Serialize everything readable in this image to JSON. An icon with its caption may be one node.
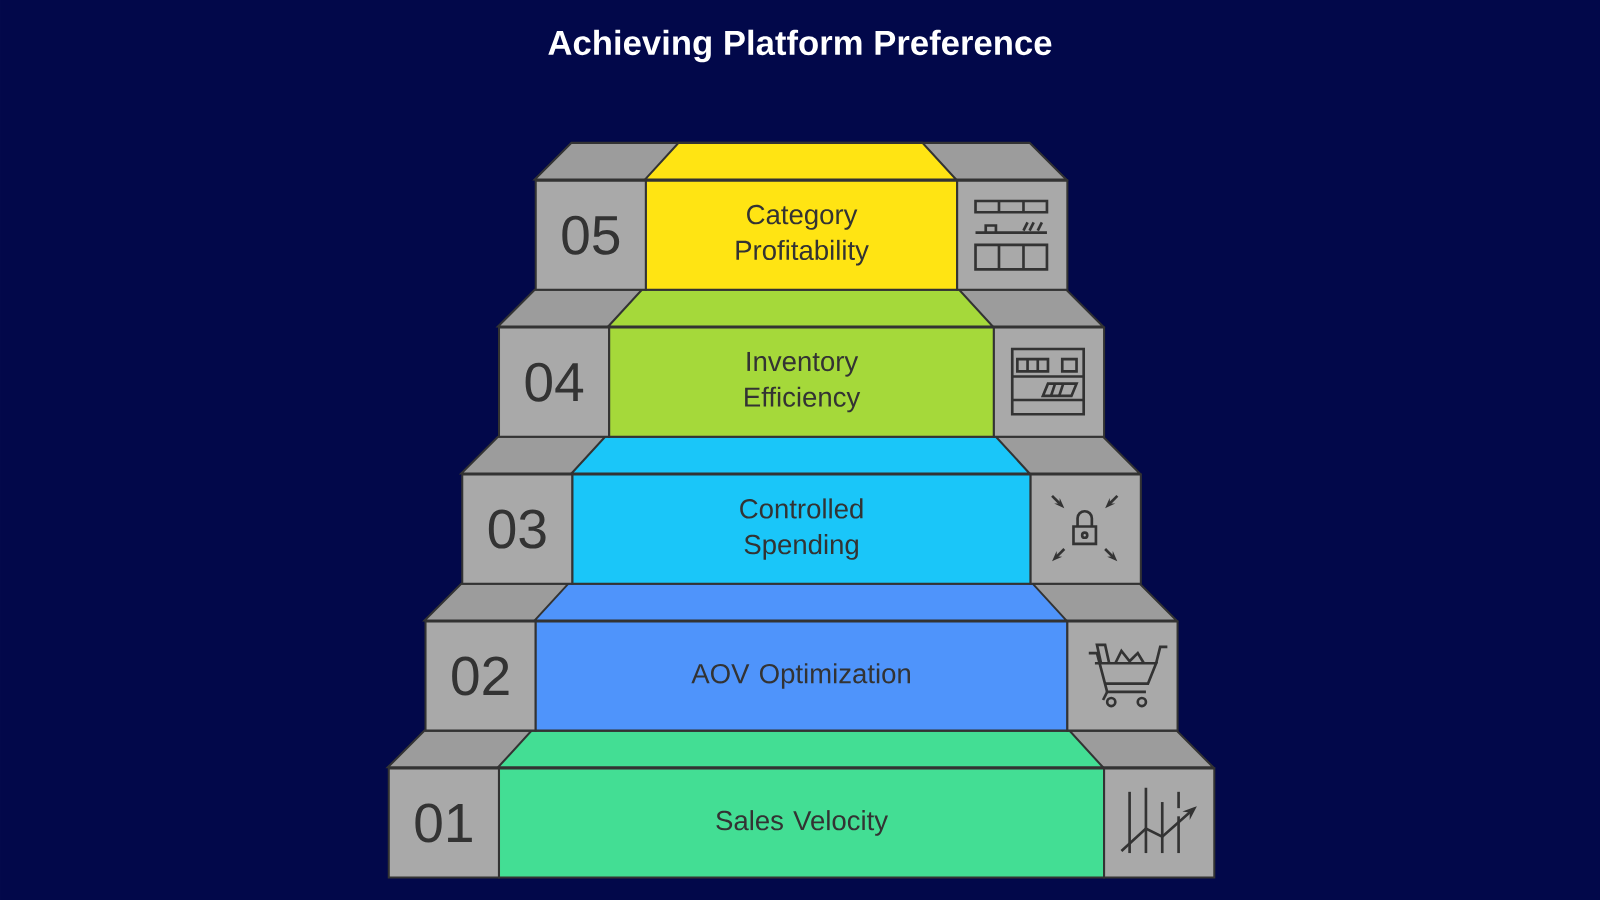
{
  "diagram": {
    "title": "Achieving Platform Preference",
    "nodes": [
      {
        "text": [
          "05"
        ]
      },
      {
        "text": [
          "Category Profitability"
        ]
      },
      {
        "text": [],
        "shape": "box"
      },
      {
        "text": [
          "04"
        ]
      },
      {
        "text": [
          "Inventory Efficiency"
        ]
      },
      {
        "text": [],
        "shape": "box"
      },
      {
        "text": [
          "03"
        ]
      },
      {
        "text": [
          "Controlled Spending"
        ]
      },
      {
        "text": [],
        "shape": "box"
      },
      {
        "text": [
          "02"
        ]
      },
      {
        "text": [
          "AOV Optimization"
        ]
      },
      {
        "text": [],
        "shape": "box"
      },
      {
        "text": [
          "01"
        ]
      },
      {
        "text": [
          "Sales Velocity"
        ]
      },
      {
        "text": [],
        "shape": "box"
      }
    ]
  }
}
